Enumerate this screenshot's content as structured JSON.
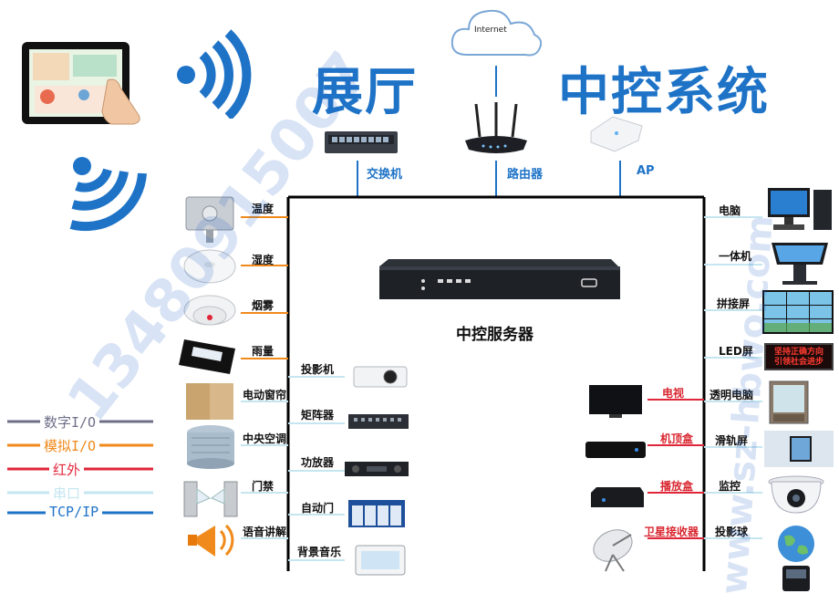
{
  "title": {
    "left": "展厅",
    "right": "中控系统"
  },
  "cloud_label": "Internet",
  "top_devices": {
    "switch": "交换机",
    "router": "路由器",
    "ap": "AP"
  },
  "server_label": "中控服务器",
  "left_sensors": [
    "温度",
    "湿度",
    "烟雾",
    "雨量"
  ],
  "left_outer": [
    "电动窗帘",
    "中央空调",
    "门禁",
    "语音讲解"
  ],
  "left_inner": [
    "投影机",
    "矩阵器",
    "功放器",
    "自动门",
    "背景音乐"
  ],
  "right_outer": [
    "电脑",
    "一体机",
    "拼接屏",
    "LED屏",
    "透明电脑",
    "滑轨屏",
    "监控",
    "投影球"
  ],
  "right_inner": [
    "电视",
    "机顶盒",
    "播放盒",
    "卫星接收器"
  ],
  "led_screen_text": [
    "坚持正确方向",
    "引领社会进步"
  ],
  "legend": [
    {
      "label": "数字I/O",
      "color": "#6f6f8a"
    },
    {
      "label": "模拟I/O",
      "color": "#f08a1c"
    },
    {
      "label": "红外",
      "color": "#e0263a"
    },
    {
      "label": "串口",
      "color": "#c5e6f0"
    },
    {
      "label": "TCP/IP",
      "color": "#1e73c7"
    }
  ],
  "watermarks": [
    "13480915007",
    "www.sz-hbwo.com"
  ],
  "colors": {
    "title_blue": "#1e73c7",
    "bus_black": "#000000",
    "network_blue": "#1e73c7",
    "analog_orange": "#f08a1c",
    "serial_lightblue": "#c5e6f0",
    "ir_red": "#e0263a"
  }
}
